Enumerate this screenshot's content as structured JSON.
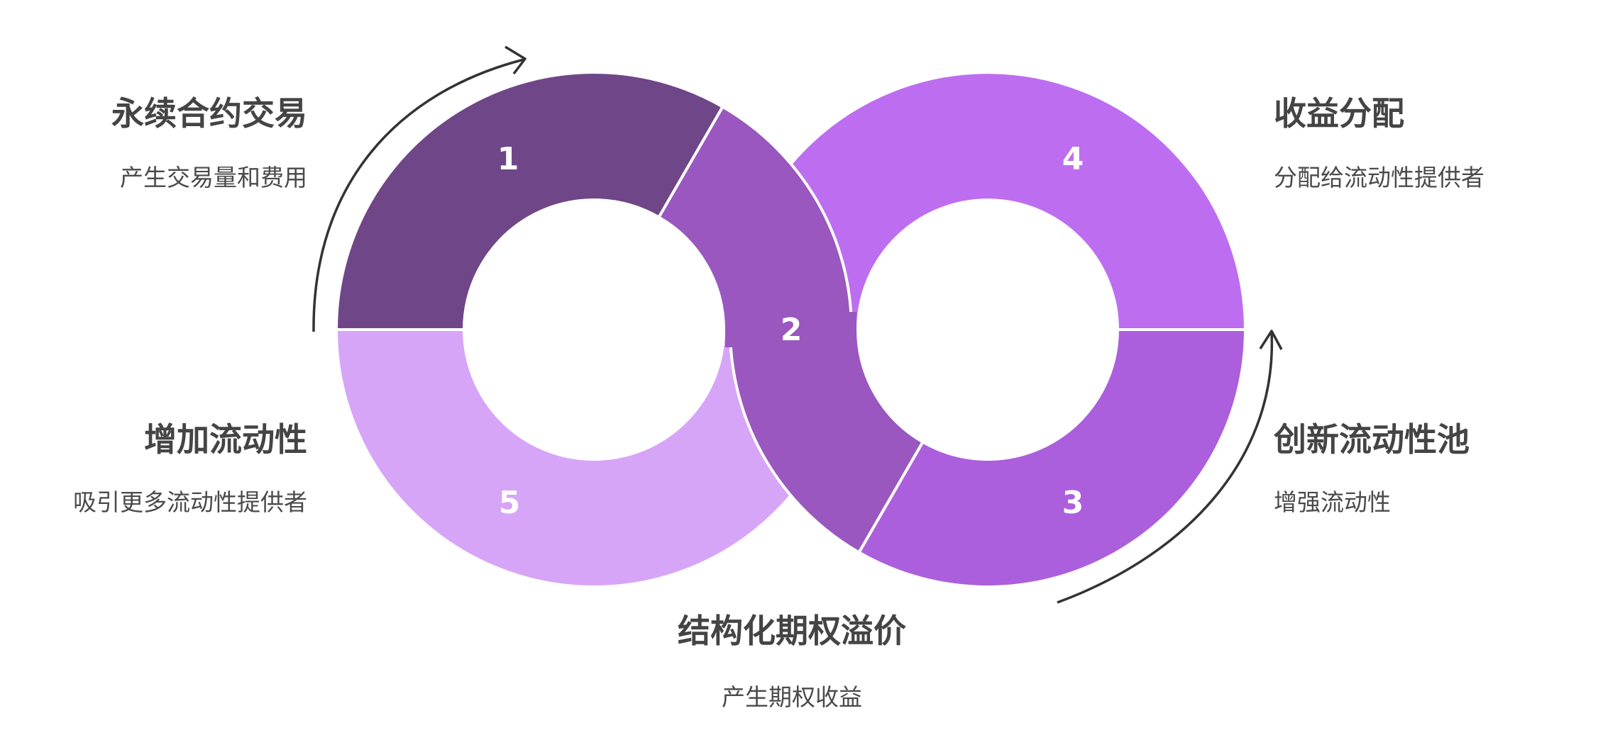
{
  "segments": [
    {
      "number": "1",
      "title": "永续合约交易",
      "subtitle": "产生交易量和费用",
      "color": "#6f4687"
    },
    {
      "number": "2",
      "title": "结构化期权溢价",
      "subtitle": "产生期权收益",
      "color": "#9957bf"
    },
    {
      "number": "3",
      "title": "创新流动性池",
      "subtitle": "增强流动性",
      "color": "#ab5fdc"
    },
    {
      "number": "4",
      "title": "收益分配",
      "subtitle": "分配给流动性提供者",
      "color": "#bd6ef0"
    },
    {
      "number": "5",
      "title": "增加流动性",
      "subtitle": "吸引更多流动性提供者",
      "color": "#d7a5f7"
    }
  ],
  "arrow_color": "#333333"
}
